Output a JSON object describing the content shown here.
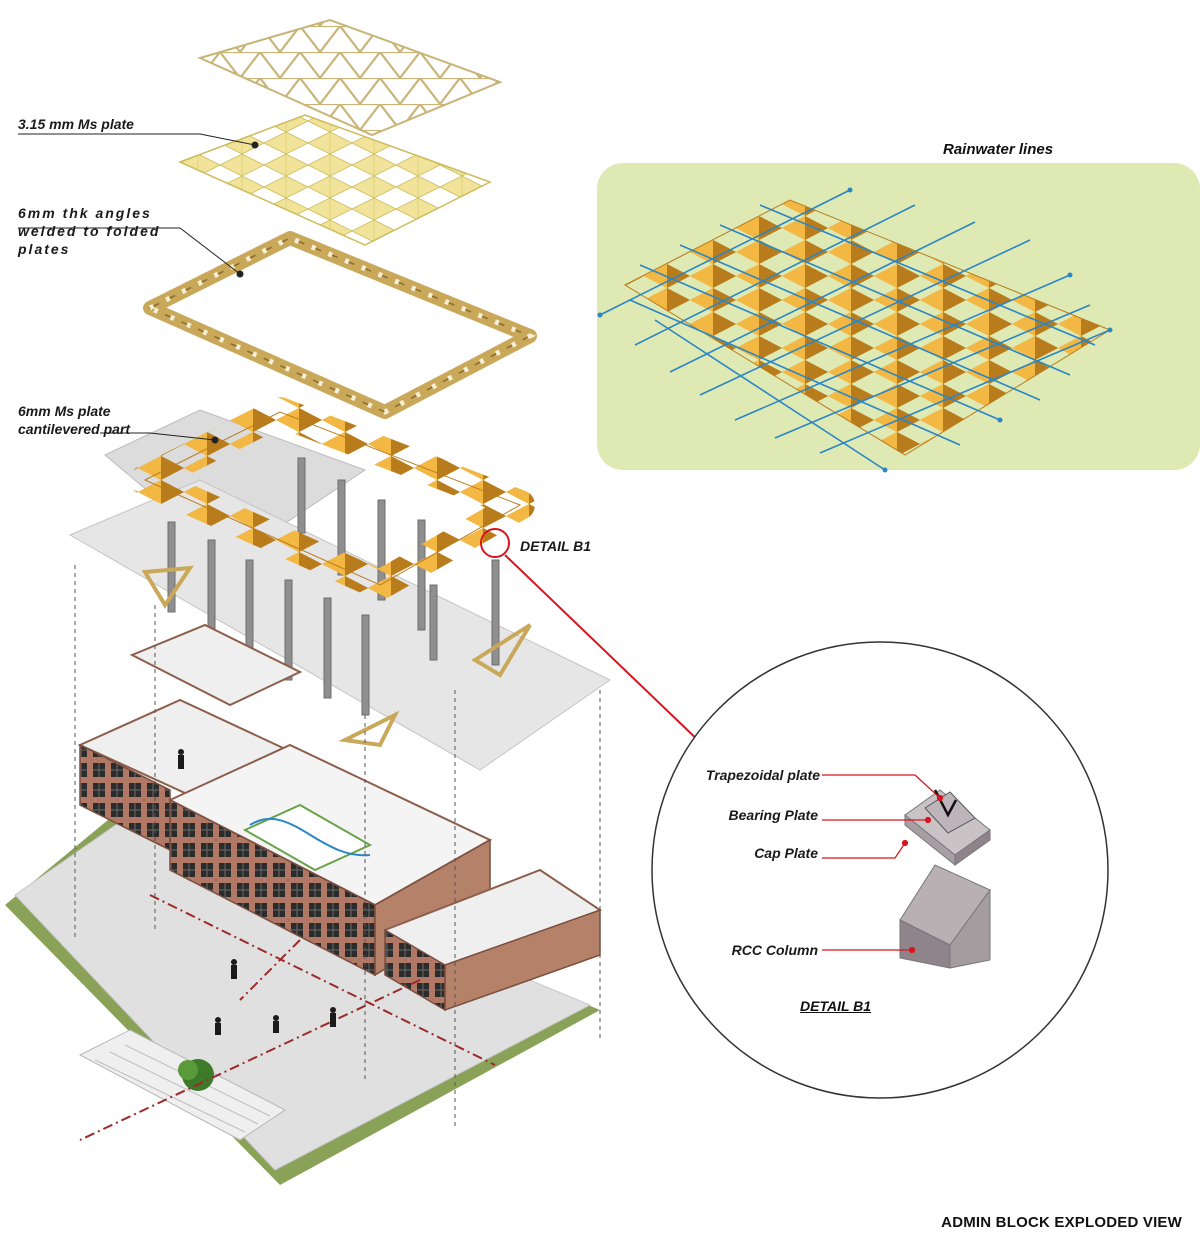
{
  "labels": {
    "ms_plate": "3.15 mm Ms plate",
    "angles_line1": "6mm thk angles",
    "angles_line2": "welded to folded",
    "angles_line3": "plates",
    "cantilever_line1": "6mm Ms plate",
    "cantilever_line2": "cantilevered part",
    "detail_callout": "DETAIL B1"
  },
  "rainwater_panel": {
    "title": "Rainwater lines"
  },
  "detail_b1": {
    "title": "DETAIL B1",
    "trapezoidal_plate": "Trapezoidal plate",
    "bearing_plate": "Bearing Plate",
    "cap_plate": "Cap Plate",
    "rcc_column": "RCC Column"
  },
  "footer_title": "ADMIN BLOCK EXPLODED VIEW",
  "colors": {
    "truss": "#c9b478",
    "ms_plate": "#e8d77a",
    "folded_plate": "#f0aa2a",
    "panel_bg": "#dfe9b4",
    "water_lines": "#2a86c4",
    "callout_red": "#d8141e",
    "brick": "#b07865",
    "grass": "#8aa258",
    "slab": "#e1e1e1"
  }
}
